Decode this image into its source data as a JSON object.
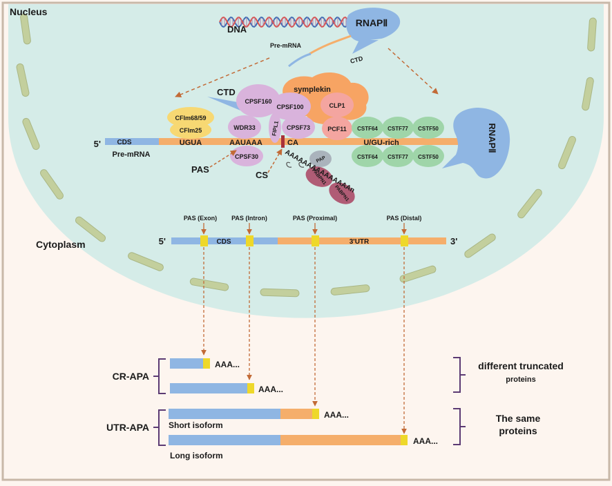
{
  "compartments": {
    "nucleus": "Nucleus",
    "cytoplasm": "Cytoplasm"
  },
  "transcription": {
    "dna": "DNA",
    "polymerase": "RNAPⅡ",
    "pre_mrna": "Pre-mRNA",
    "ctd": "CTD"
  },
  "complex": {
    "ctd": "CTD",
    "symplekin": "symplekin",
    "cpsf160": "CPSF160",
    "cpsf100": "CPSF100",
    "clp1": "CLP1",
    "cfim68": "CFIm68/59",
    "cfim25": "CFIm25",
    "wdr33": "WDR33",
    "fip1l1": "FIPL1",
    "cpsf73": "CPSF73",
    "pcf11": "PCF11",
    "cstf64": "CSTF64",
    "cstf77": "CSTF77",
    "cstf50": "CSTF50",
    "cpsf30": "CPSF30",
    "pap": "PAP",
    "pabpn1": "PABPN1",
    "polymerase": "RNAPⅡ",
    "poly_a": "AAAAAAAAAAAAAAAn"
  },
  "pre_mrna_strand": {
    "five": "5'",
    "three": "3'",
    "cds": "CDS",
    "label": "Pre-mRNA",
    "ugua": "UGUA",
    "auaaaa": "AAUAAA",
    "ca": "CA",
    "ugu": "U/GU-rich",
    "pas": "PAS",
    "cs": "CS"
  },
  "mrna": {
    "five": "5'",
    "three": "3'",
    "cds": "CDS",
    "utr": "3'UTR",
    "pas_labels": [
      "PAS  (Exon)",
      "PAS  (Intron)",
      "PAS  (Proximal)",
      "PAS  (Distal)"
    ]
  },
  "isoforms": {
    "tail": "AAA...",
    "cr_apa": "CR-APA",
    "utr_apa": "UTR-APA",
    "short": "Short isoform",
    "long": "Long isoform",
    "diff_line1": "different truncated",
    "diff_line2": "proteins",
    "same_line1": "The same",
    "same_line2": "proteins"
  },
  "colors": {
    "background": "#fdf5ef",
    "nucleus": "#d5ece8",
    "nuclear_pore": "#c3cf9d",
    "cds": "#8fb6e3",
    "utr": "#f5ae6b",
    "pas_box": "#eed82a",
    "arrow": "#c26a36",
    "bracket": "#5b3a73",
    "cpsf": "#d9b3dc",
    "symplekin": "#f7a463",
    "cfim": "#f7d873",
    "cstf": "#9fd5a9",
    "clp1": "#f4a5a0",
    "pap": "#aab3bc",
    "pabpn1": "#b05c75",
    "rnap": "#8fb6e3"
  }
}
